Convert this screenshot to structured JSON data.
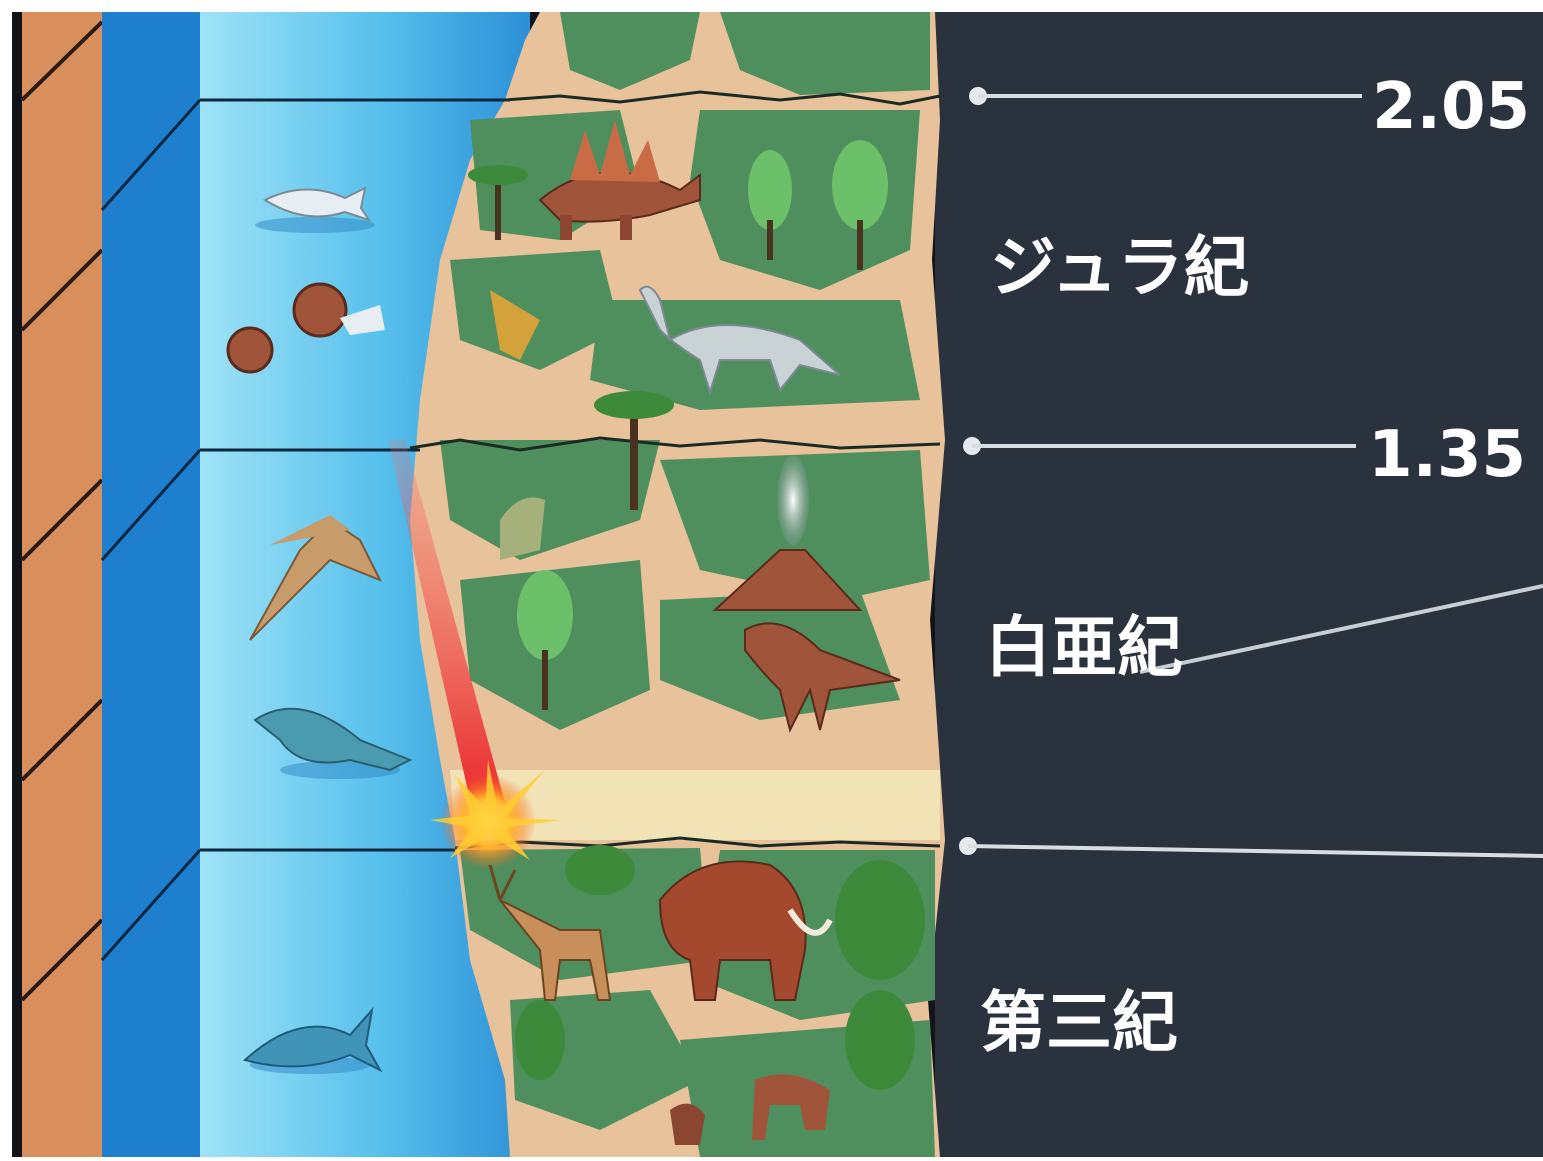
{
  "timeline": {
    "boundaries": [
      {
        "id": "jurassic-top",
        "value": "2.05"
      },
      {
        "id": "jurassic-cretaceous",
        "value": "1.35"
      },
      {
        "id": "cretaceous-tertiary",
        "value": ""
      }
    ],
    "periods": [
      {
        "id": "jurassic",
        "name": "ジュラ紀"
      },
      {
        "id": "cretaceous",
        "name": "白亜紀"
      },
      {
        "id": "tertiary",
        "name": "第三紀"
      }
    ]
  },
  "colors": {
    "panel": "#2a323d",
    "land": "#e7c29a",
    "vegetation": "#4f8f5e",
    "ocean_light": "#7fd4f0",
    "ocean_dark": "#1f7fcf",
    "crust": "#d88f5c",
    "impact": "#e02a2a",
    "line": "#d9dde2"
  },
  "icons": [
    "stegosaurus-icon",
    "brachiosaurus-icon",
    "mammoth-icon",
    "volcano-icon",
    "pterosaur-icon",
    "ichthyosaur-icon",
    "ammonite-icon",
    "fish-icon",
    "deer-icon",
    "tree-icon",
    "impact-flash-icon"
  ]
}
